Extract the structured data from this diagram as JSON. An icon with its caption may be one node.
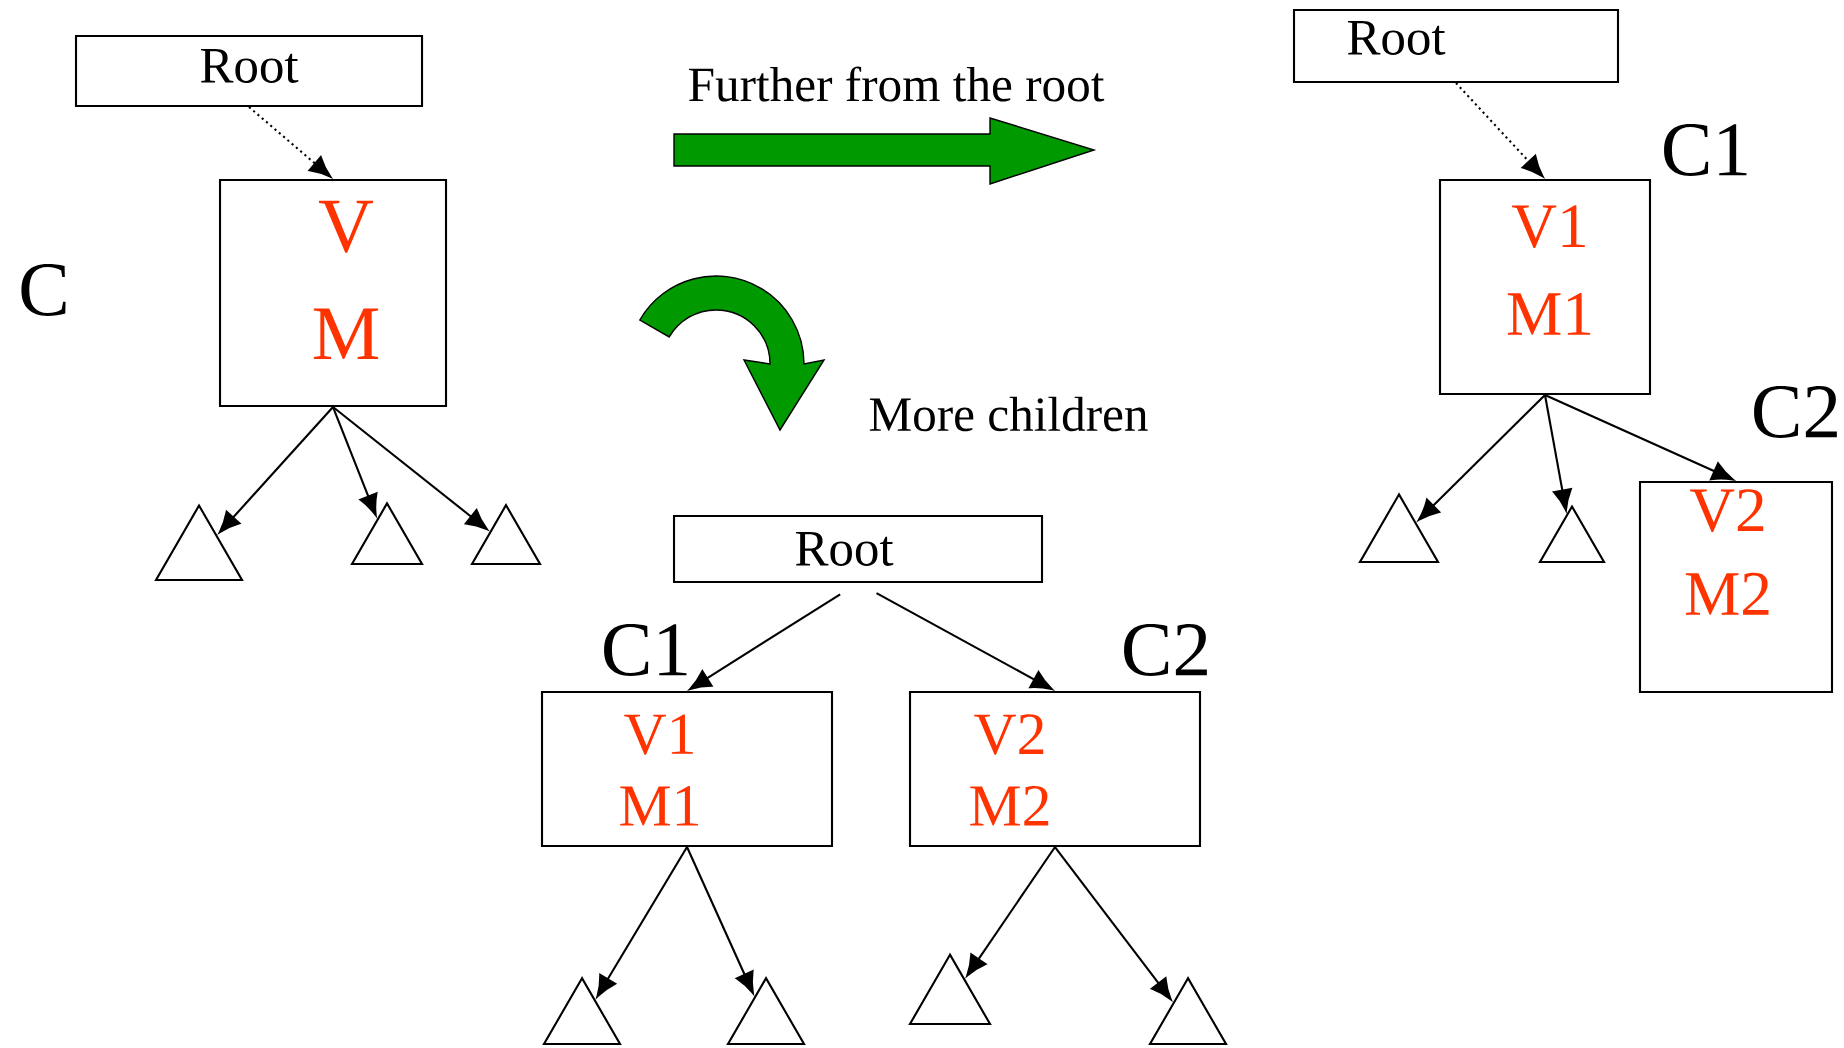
{
  "diagram": {
    "nodes": [
      {
        "text": [
          "Root"
        ]
      },
      {
        "text": [
          "V",
          "M"
        ],
        "beside": [
          "C"
        ]
      },
      {
        "text": [],
        "shape": "triangle"
      },
      {
        "text": [],
        "shape": "triangle"
      },
      {
        "text": [],
        "shape": "triangle"
      },
      {
        "text": [
          "Root"
        ]
      },
      {
        "text": [
          "V1",
          "M1"
        ],
        "beside": [
          "C1"
        ]
      },
      {
        "text": [],
        "shape": "triangle"
      },
      {
        "text": [],
        "shape": "triangle"
      },
      {
        "text": [
          "V2",
          "M2"
        ],
        "beside": [
          "C2"
        ]
      },
      {
        "text": [
          "Root"
        ]
      },
      {
        "text": [
          "V1",
          "M1"
        ],
        "beside": [
          "C1"
        ]
      },
      {
        "text": [
          "V2",
          "M2"
        ],
        "beside": [
          "C2"
        ]
      },
      {
        "text": [],
        "shape": "triangle"
      },
      {
        "text": [],
        "shape": "triangle"
      },
      {
        "text": [],
        "shape": "triangle"
      },
      {
        "text": [],
        "shape": "triangle"
      }
    ],
    "edges": [
      {
        "from": 0,
        "to": 1,
        "arrow": "to",
        "style": "dashed"
      },
      {
        "from": 1,
        "to": 2,
        "arrow": "to"
      },
      {
        "from": 1,
        "to": 3,
        "arrow": "to"
      },
      {
        "from": 1,
        "to": 4,
        "arrow": "to"
      },
      {
        "from": 5,
        "to": 6,
        "arrow": "to",
        "style": "dashed"
      },
      {
        "from": 6,
        "to": 7,
        "arrow": "to"
      },
      {
        "from": 6,
        "to": 8,
        "arrow": "to"
      },
      {
        "from": 6,
        "to": 9,
        "arrow": "to"
      },
      {
        "from": 10,
        "to": 11,
        "arrow": "to"
      },
      {
        "from": 10,
        "to": 12,
        "arrow": "to"
      },
      {
        "from": 11,
        "to": 13,
        "arrow": "to"
      },
      {
        "from": 11,
        "to": 14,
        "arrow": "to"
      },
      {
        "from": 12,
        "to": 15,
        "arrow": "to"
      },
      {
        "from": 12,
        "to": 16,
        "arrow": "to"
      }
    ],
    "labels": [
      "Further from the root",
      "More children"
    ]
  }
}
